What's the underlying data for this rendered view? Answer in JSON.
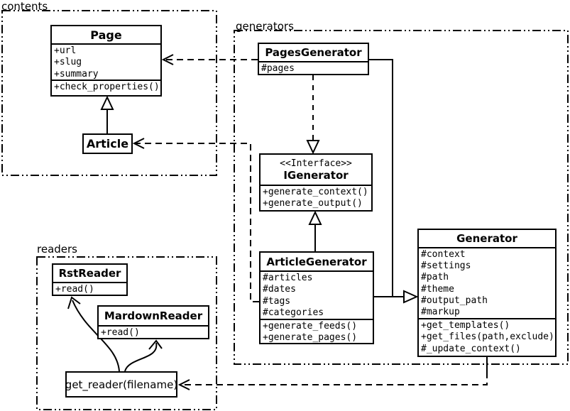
{
  "diagram_title": "Pelican content/generator/reader class diagram",
  "colors": {
    "ink": "#000000",
    "paper": "#ffffff"
  },
  "packages": {
    "contents": {
      "label": "contents"
    },
    "generators": {
      "label": "generators"
    },
    "readers": {
      "label": "readers"
    }
  },
  "classes": {
    "page": {
      "name": "Page",
      "attrs": [
        "+url",
        "+slug",
        "+summary"
      ],
      "methods": [
        "+check_properties()"
      ]
    },
    "article": {
      "name": "Article"
    },
    "pages_generator": {
      "name": "PagesGenerator",
      "attrs": [
        "#pages"
      ]
    },
    "igenerator": {
      "stereotype": "<<Interface>>",
      "name": "IGenerator",
      "methods": [
        "+generate_context()",
        "+generate_output()"
      ]
    },
    "article_generator": {
      "name": "ArticleGenerator",
      "attrs": [
        "#articles",
        "#dates",
        "#tags",
        "#categories"
      ],
      "methods": [
        "+generate_feeds()",
        "+generate_pages()"
      ]
    },
    "generator": {
      "name": "Generator",
      "attrs": [
        "#context",
        "#settings",
        "#path",
        "#theme",
        "#output_path",
        "#markup"
      ],
      "methods": [
        "+get_templates()",
        "+get_files(path,exclude)",
        "#_update_context()"
      ]
    },
    "rst_reader": {
      "name": "RstReader",
      "methods": [
        "+read()"
      ]
    },
    "mardown_reader": {
      "name": "MardownReader",
      "methods": [
        "+read()"
      ]
    },
    "get_reader": {
      "label": "get_reader(filename)"
    }
  },
  "relationships": [
    {
      "from": "Article",
      "to": "Page",
      "type": "inheritance"
    },
    {
      "from": "PagesGenerator",
      "to": "Page",
      "type": "dependency"
    },
    {
      "from": "ArticleGenerator",
      "to": "Article",
      "type": "dependency"
    },
    {
      "from": "PagesGenerator",
      "to": "IGenerator",
      "type": "realization"
    },
    {
      "from": "ArticleGenerator",
      "to": "IGenerator",
      "type": "inheritance"
    },
    {
      "from": "PagesGenerator",
      "to": "Generator",
      "type": "inheritance"
    },
    {
      "from": "ArticleGenerator",
      "to": "Generator",
      "type": "inheritance"
    },
    {
      "from": "Generator",
      "to": "get_reader(filename)",
      "type": "dependency"
    },
    {
      "from": "get_reader(filename)",
      "to": "RstReader",
      "type": "association"
    },
    {
      "from": "get_reader(filename)",
      "to": "MardownReader",
      "type": "association"
    }
  ]
}
